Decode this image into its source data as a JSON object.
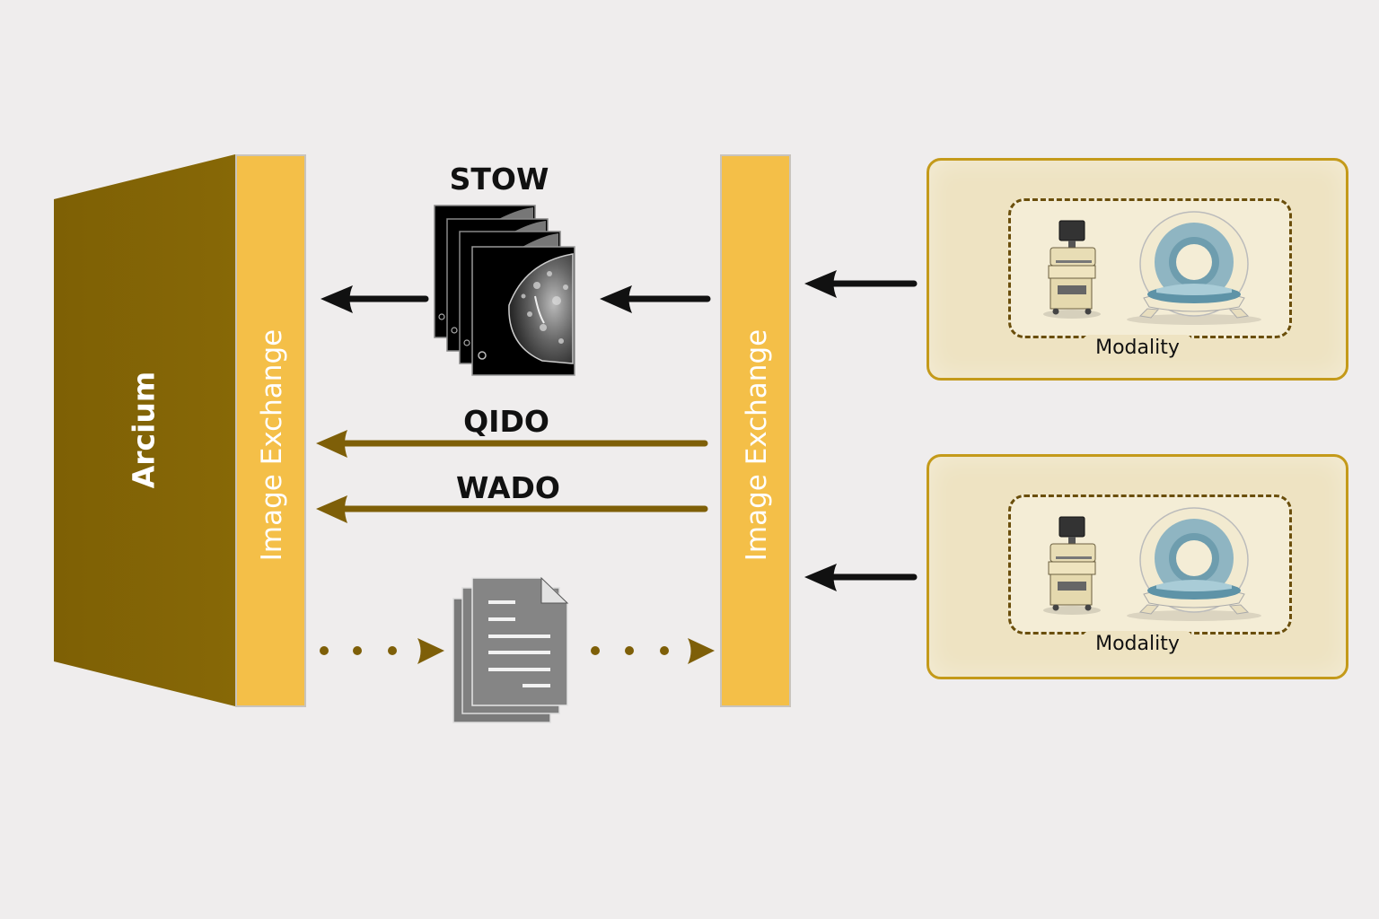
{
  "diagram": {
    "colors": {
      "background": "#EFEDED",
      "arcium_fill": "#846404",
      "exchange_fill": "#F4BF48",
      "protocol_arrow": "#7E5F08",
      "modality_fill": "#EEE3C2",
      "modality_border": "#C49A1A",
      "black_arrow": "#111111"
    },
    "arcium": {
      "label": "Arcium"
    },
    "left_exchange": {
      "label": "Image Exchange"
    },
    "right_exchange": {
      "label": "Image Exchange"
    },
    "protocols": {
      "stow": {
        "label": "STOW",
        "image_count": 4,
        "icon": "medical-image-stack-icon"
      },
      "qido": {
        "label": "QIDO"
      },
      "wado": {
        "label": "WADO"
      },
      "documents": {
        "icon": "document-stack-icon",
        "page_count": 3
      }
    },
    "modalities": [
      {
        "label": "Modality",
        "devices": [
          "ultrasound-cart-icon",
          "ct-scanner-icon"
        ]
      },
      {
        "label": "Modality",
        "devices": [
          "ultrasound-cart-icon",
          "ct-scanner-icon"
        ]
      }
    ]
  }
}
